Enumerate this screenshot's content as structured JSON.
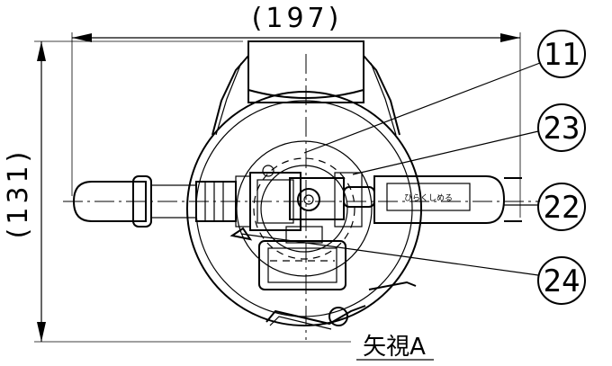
{
  "dimensions": {
    "width_label": "(197)",
    "height_label": "(131)"
  },
  "callouts": [
    {
      "label": "11"
    },
    {
      "label": "23"
    },
    {
      "label": "22"
    },
    {
      "label": "24"
    }
  ],
  "view_label": "矢視A",
  "handle_text": "ひらくしめる"
}
